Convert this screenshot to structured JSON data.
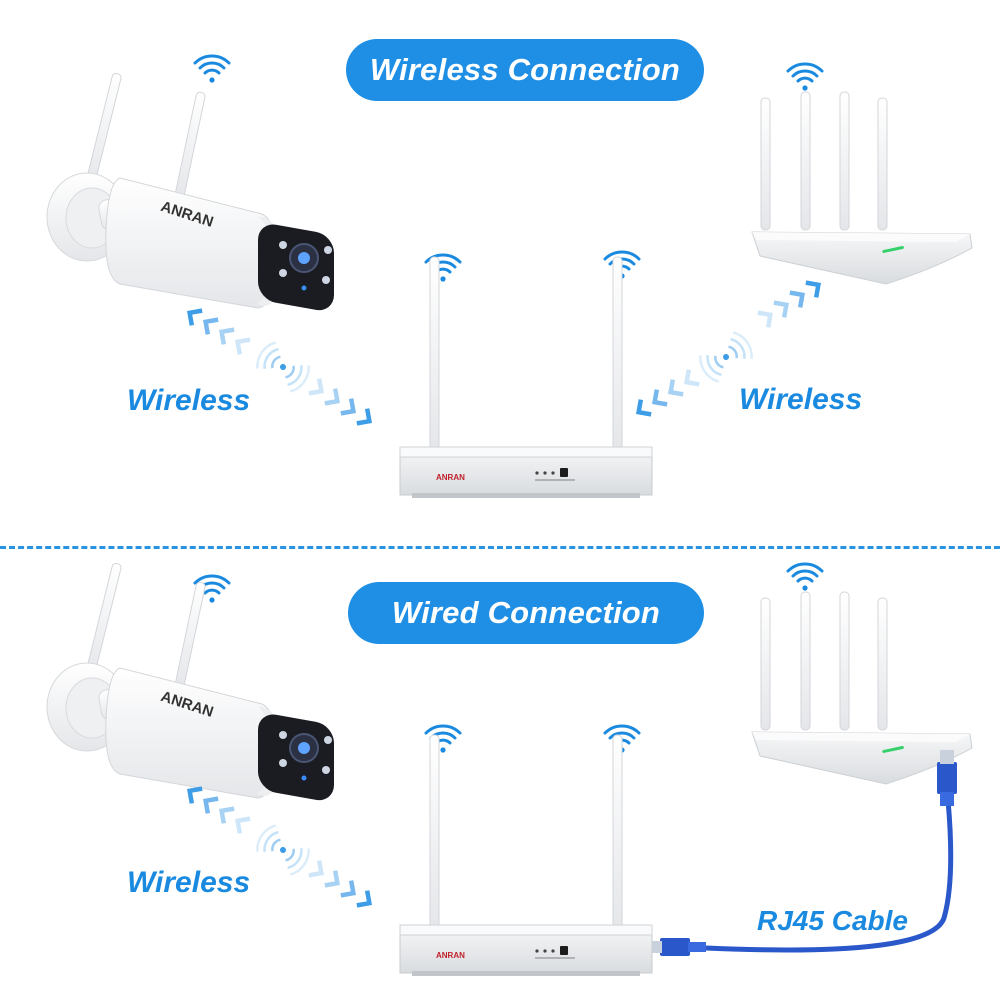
{
  "sections": {
    "top": {
      "title": "Wireless Connection",
      "left_label": "Wireless",
      "right_label": "Wireless"
    },
    "bottom": {
      "title": "Wired Connection",
      "left_label": "Wireless",
      "cable_label": "RJ45 Cable"
    }
  },
  "brand": {
    "logo_text": "ANRAN"
  },
  "colors": {
    "accent": "#1f8fe5",
    "label": "#1a8ae0",
    "arrow_light": "#bfe0f7",
    "arrow_dark": "#3d9de6",
    "cable": "#2a57c9"
  },
  "icons": [
    "wifi-icon",
    "security-camera",
    "nvr-recorder",
    "wifi-router",
    "signal-arrows",
    "rj45-cable"
  ]
}
